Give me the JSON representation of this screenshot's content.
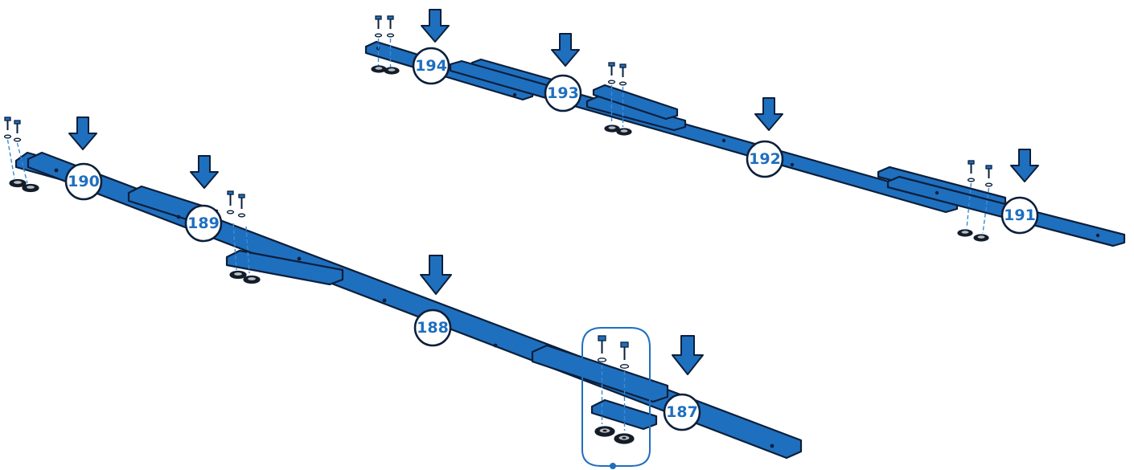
{
  "callouts": [
    {
      "label": "194",
      "color": "#1f6fbf"
    },
    {
      "label": "193",
      "color": "#1f6fbf"
    },
    {
      "label": "192",
      "color": "#1f6fbf"
    },
    {
      "label": "191",
      "color": "#1f6fbf"
    },
    {
      "label": "190",
      "color": "#1f6fbf"
    },
    {
      "label": "189",
      "color": "#1f6fbf"
    },
    {
      "label": "188",
      "color": "#1f6fbf"
    },
    {
      "label": "187",
      "color": "#1f6fbf"
    }
  ],
  "colors": {
    "rail": "#1f6fbf",
    "outline": "#0b1f3a",
    "guide": "#3a8ad6",
    "foot": "#1b1b1b"
  },
  "icons": [
    "down-arrow-icon",
    "screw-icon",
    "washer-icon",
    "leveling-foot-icon",
    "detail-highlight-icon"
  ]
}
